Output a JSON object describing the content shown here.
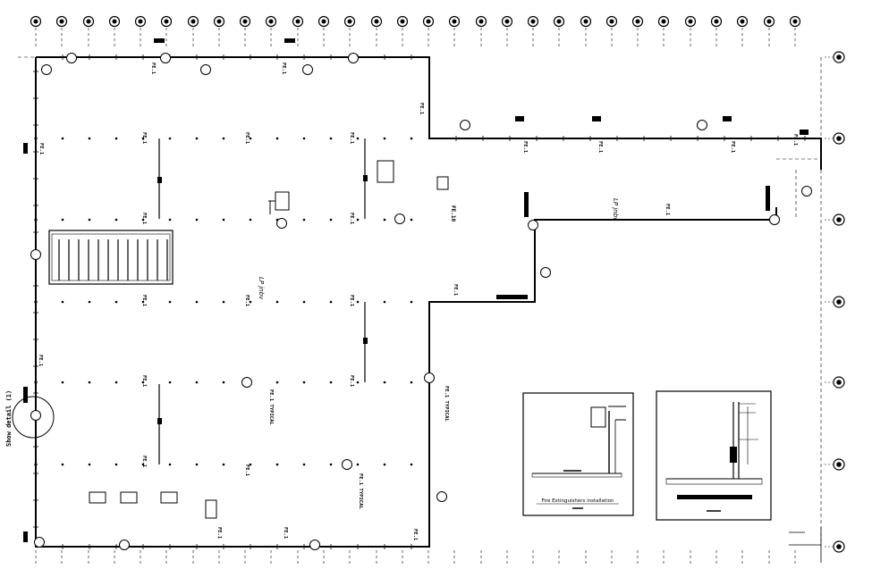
{
  "plan": {
    "label_fe": "FE.1",
    "label_typical": "TYPICAL",
    "label_fe_typical": "FE.1 TYPICAL",
    "label_fe10": "FE.10",
    "label_lobby": "LP jnbv",
    "label_show_detail": "Show detail (1)"
  },
  "details": {
    "detail1_caption": "Fire Extinguishers installation"
  }
}
